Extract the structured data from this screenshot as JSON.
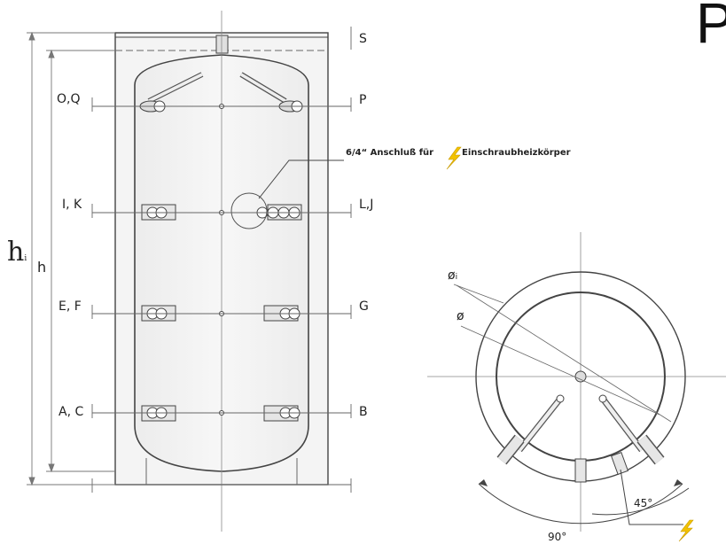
{
  "corner_letter": "P",
  "left_labels": {
    "oq": "O,Q",
    "ik": "I, K",
    "ef": "E, F",
    "ac": "A, C"
  },
  "right_labels": {
    "s": "S",
    "p": "P",
    "lj": "L,J",
    "g": "G",
    "b": "B"
  },
  "height_labels": {
    "hi_main": "h",
    "hi_sub": "i",
    "h": "h"
  },
  "heater_note": {
    "prefix": "6/4“ Anschluß für",
    "suffix": "Einschraubheizkörper"
  },
  "section_view": {
    "outer_diameter_main": "ø",
    "outer_diameter_sub": "i",
    "inner_diameter": "ø",
    "angle_small": "45°",
    "angle_large": "90°"
  },
  "colors": {
    "line": "#555555",
    "dim_line": "#888888",
    "lightning": "#f2c200"
  },
  "icons": [
    "lightning-icon"
  ]
}
